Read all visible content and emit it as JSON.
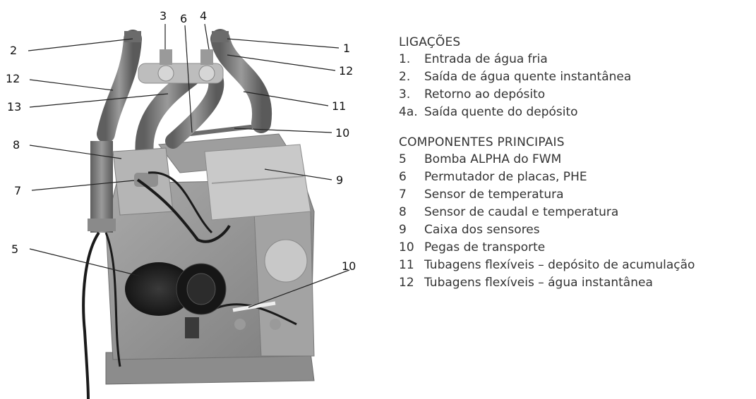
{
  "callouts": [
    "2",
    "3",
    "6",
    "4",
    "1",
    "12",
    "13",
    "11",
    "10",
    "8",
    "9",
    "7",
    "5"
  ],
  "legend": {
    "connections": {
      "heading": "LIGAÇÕES",
      "items": [
        {
          "num": "1.",
          "text": "Entrada de água fria"
        },
        {
          "num": "2.",
          "text": "Saída de água quente instantânea"
        },
        {
          "num": "3.",
          "text": "Retorno ao depósito"
        },
        {
          "num": "4a.",
          "text": "Saída quente do depósito"
        }
      ]
    },
    "components": {
      "heading": "COMPONENTES PRINCIPAIS",
      "items": [
        {
          "num": "5",
          "text": "Bomba ALPHA do FWM"
        },
        {
          "num": "6",
          "text": "Permutador de placas, PHE"
        },
        {
          "num": "7",
          "text": "Sensor de temperatura"
        },
        {
          "num": "8",
          "text": "Sensor de caudal e temperatura"
        },
        {
          "num": "9",
          "text": "Caixa dos sensores"
        },
        {
          "num": "10",
          "text": "Pegas de transporte"
        },
        {
          "num": "11",
          "text": "Tubagens flexíveis – depósito de acumulação"
        },
        {
          "num": "12",
          "text": "Tubagens flexíveis – água instantânea"
        }
      ]
    }
  }
}
